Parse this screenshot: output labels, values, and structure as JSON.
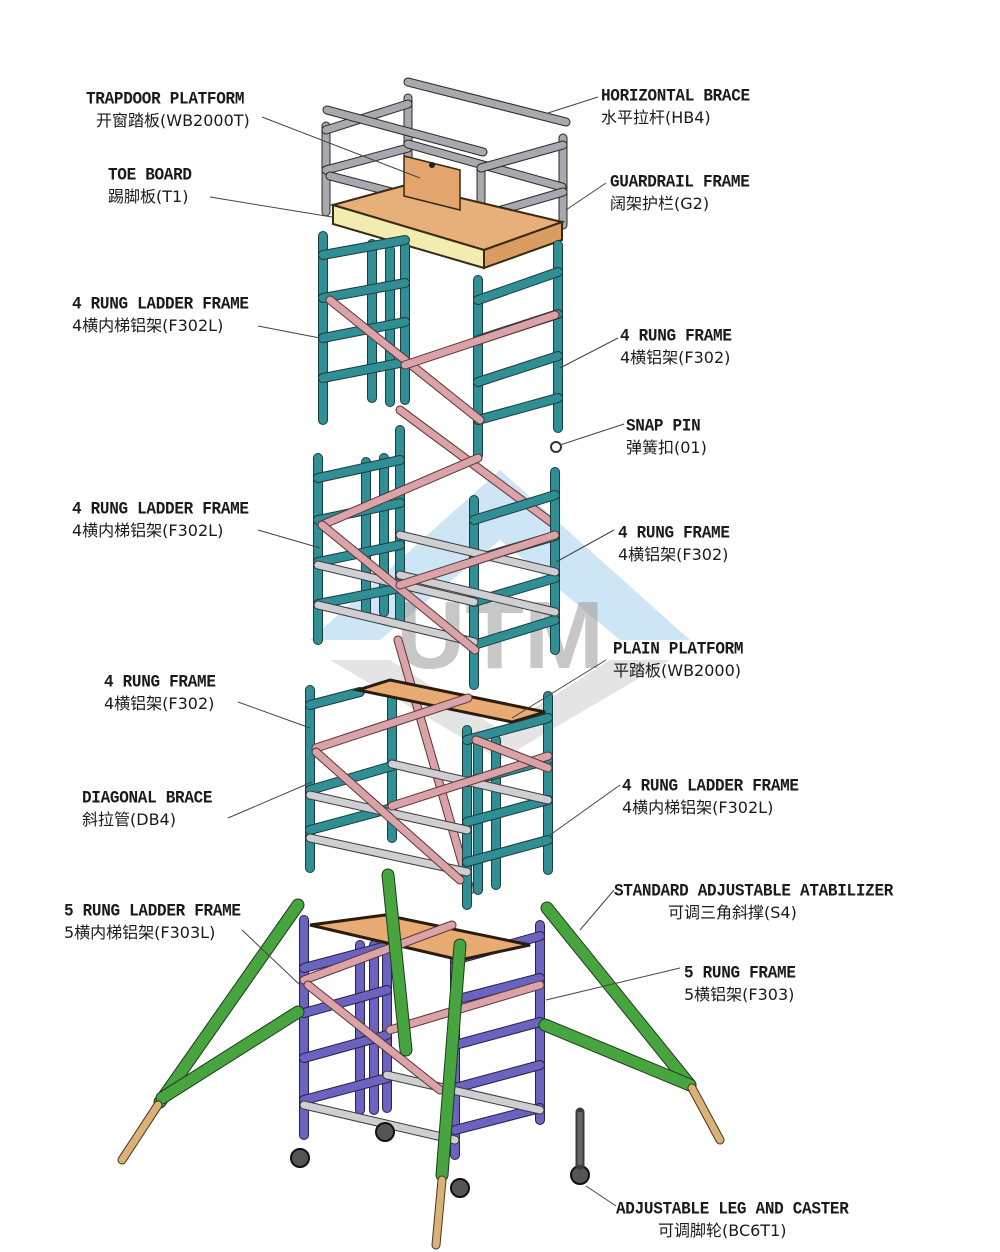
{
  "diagram": {
    "title": "Exploded view of aluminium scaffold tower components",
    "watermark_text": "UTM",
    "colors": {
      "frame_teal": "#2f8f95",
      "frame_purple": "#6b63c0",
      "diagonal_pink": "#d9a3a8",
      "horizontal_grey": "#c9c9cc",
      "stabilizer_green": "#3f9a3a",
      "board_wood": "#e4ae78",
      "toe_board_yellow": "#f3ecb0",
      "guardrail_grey": "#9a9aa0",
      "watermark_blue": "#bcdcf2",
      "watermark_grey": "#d6d6d6"
    }
  },
  "labels": [
    {
      "id": "trapdoor-platform",
      "en": "TRAPDOOR PLATFORM",
      "zh": "开窗踏板(WB2000T)",
      "side": "left"
    },
    {
      "id": "toe-board",
      "en": "TOE BOARD",
      "zh": "踢脚板(T1)",
      "side": "left"
    },
    {
      "id": "horizontal-brace",
      "en": "HORIZONTAL BRACE",
      "zh": "水平拉杆(HB4)",
      "side": "right"
    },
    {
      "id": "guardrail-frame",
      "en": "GUARDRAIL FRAME",
      "zh": "阔架护栏(G2)",
      "side": "right"
    },
    {
      "id": "ladder-frame-1",
      "en": "4 RUNG LADDER FRAME",
      "zh": "4横内梯铝架(F302L)",
      "side": "left"
    },
    {
      "id": "rung-frame-1",
      "en": "4 RUNG FRAME",
      "zh": "4横铝架(F302)",
      "side": "right"
    },
    {
      "id": "snap-pin",
      "en": "SNAP PIN",
      "zh": "弹簧扣(01)",
      "side": "right"
    },
    {
      "id": "ladder-frame-2",
      "en": "4 RUNG LADDER FRAME",
      "zh": "4横内梯铝架(F302L)",
      "side": "left"
    },
    {
      "id": "rung-frame-2",
      "en": "4 RUNG FRAME",
      "zh": "4横铝架(F302)",
      "side": "right"
    },
    {
      "id": "plain-platform",
      "en": "PLAIN PLATFORM",
      "zh": "平踏板(WB2000)",
      "side": "right"
    },
    {
      "id": "rung-frame-3",
      "en": "4 RUNG FRAME",
      "zh": "4横铝架(F302)",
      "side": "left"
    },
    {
      "id": "diagonal-brace",
      "en": "DIAGONAL BRACE",
      "zh": "斜拉管(DB4)",
      "side": "left"
    },
    {
      "id": "ladder-frame-3",
      "en": "4 RUNG LADDER FRAME",
      "zh": "4横内梯铝架(F302L)",
      "side": "right"
    },
    {
      "id": "ladder-frame-5",
      "en": "5 RUNG LADDER FRAME",
      "zh": "5横内梯铝架(F303L)",
      "side": "left"
    },
    {
      "id": "stabilizer",
      "en": "STANDARD ADJUSTABLE ATABILIZER",
      "zh": "可调三角斜撑(S4)",
      "side": "right"
    },
    {
      "id": "rung-frame-5",
      "en": "5 RUNG FRAME",
      "zh": "5横铝架(F303)",
      "side": "right"
    },
    {
      "id": "leg-caster",
      "en": "ADJUSTABLE LEG AND CASTER",
      "zh": "可调脚轮(BC6T1)",
      "side": "right"
    }
  ]
}
